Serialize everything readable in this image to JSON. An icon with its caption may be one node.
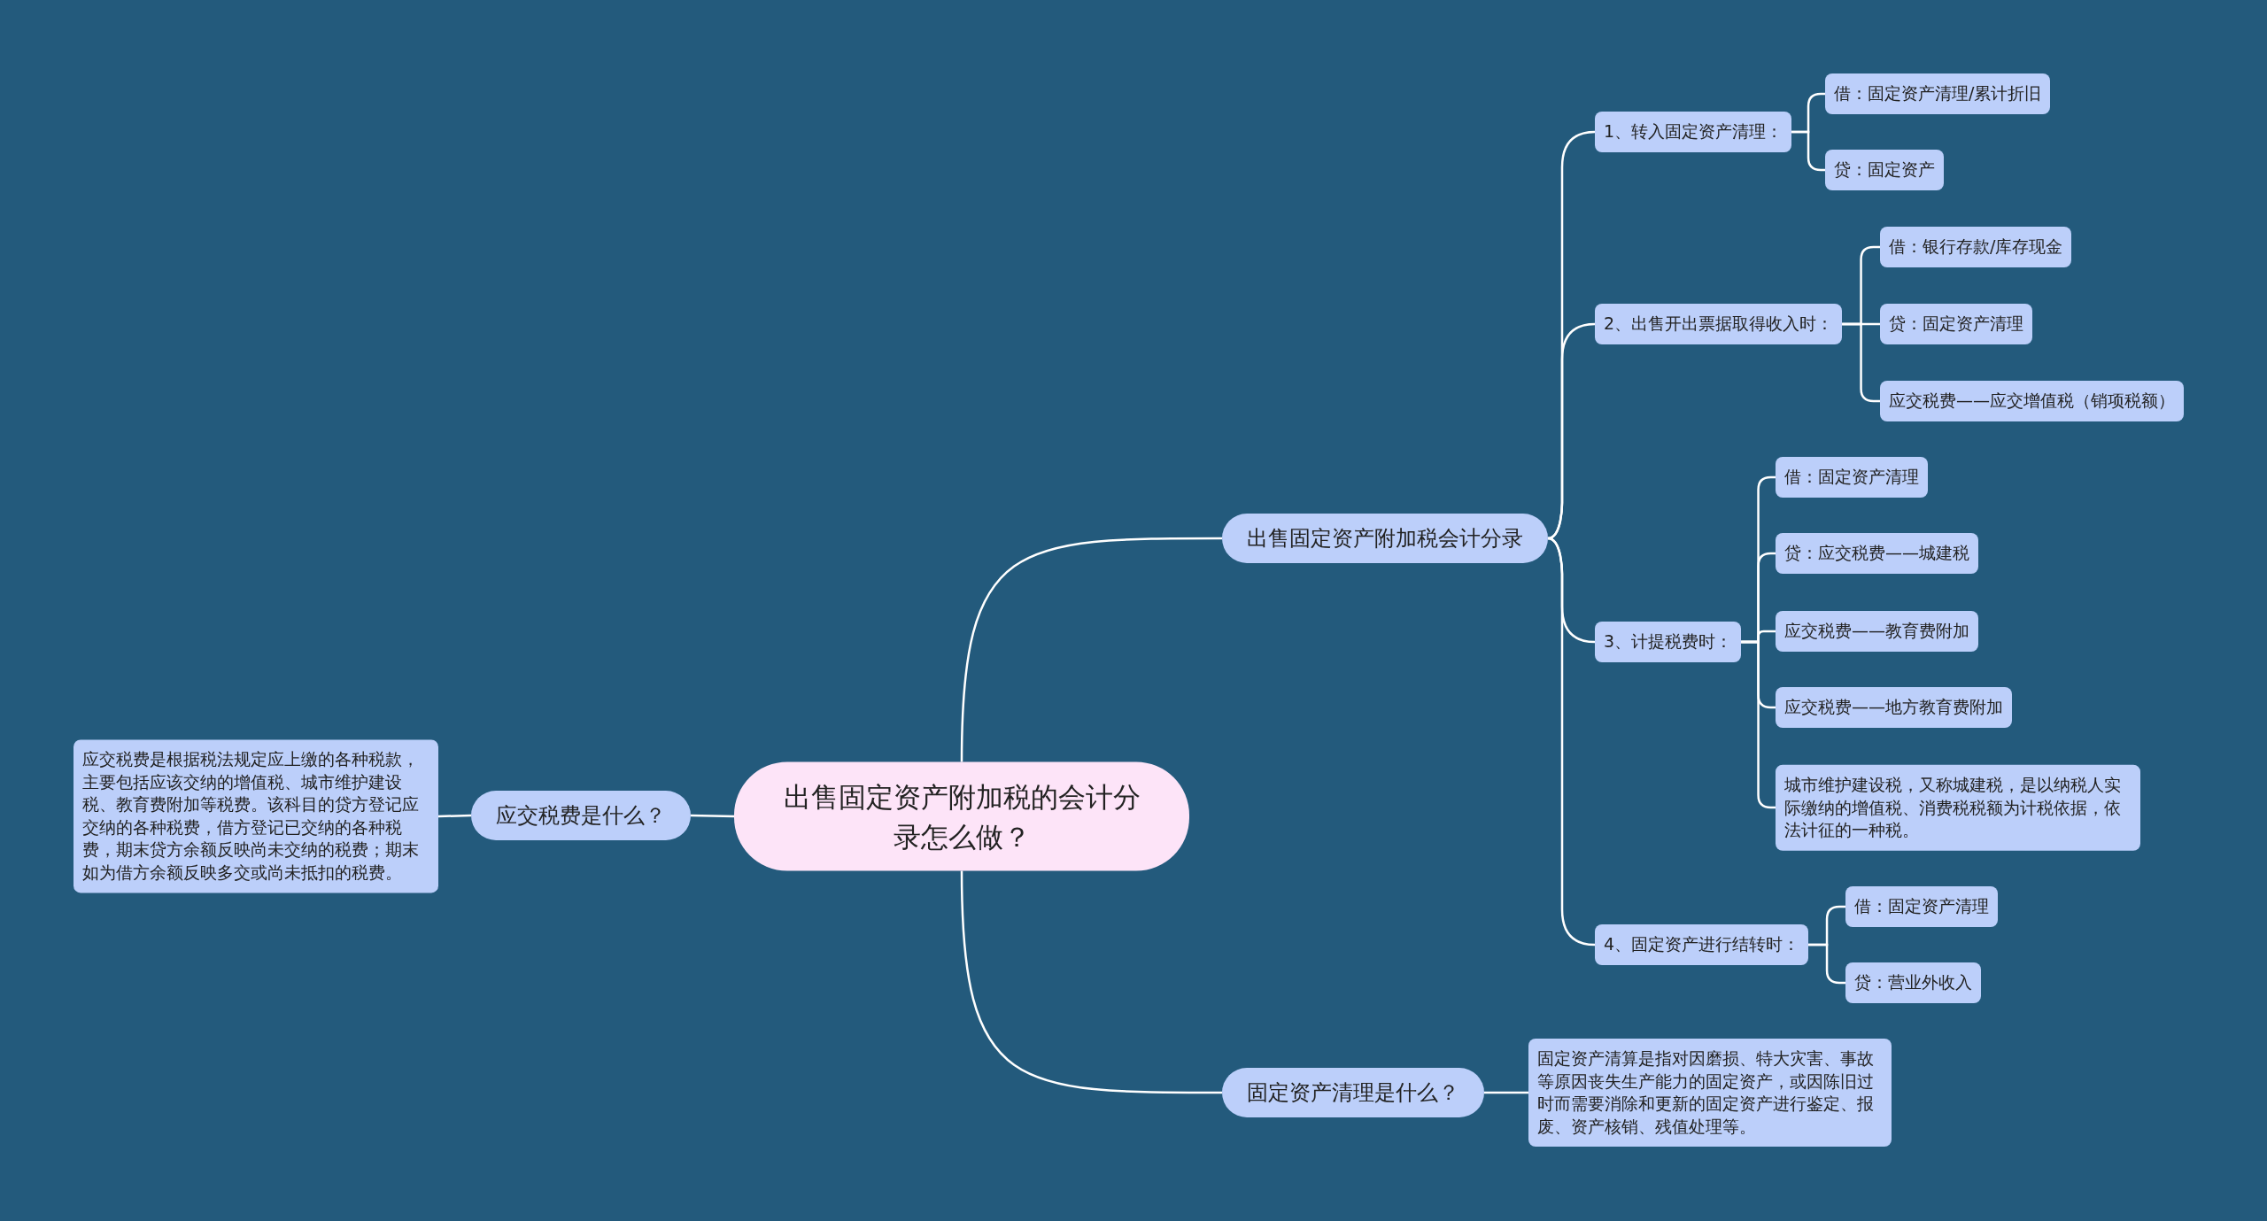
{
  "diagram": {
    "nodes": [
      {
        "text": [
          "出售固定资产附加税的会计分录怎么做？"
        ]
      },
      {
        "text": [
          "出售固定资产附加税会计分录"
        ]
      },
      {
        "text": [
          "1、转入固定资产清理："
        ]
      },
      {
        "text": [
          "借：固定资产清理/累计折旧"
        ]
      },
      {
        "text": [
          "贷：固定资产"
        ]
      },
      {
        "text": [
          "2、出售开出票据取得收入时："
        ]
      },
      {
        "text": [
          "借：银行存款/库存现金"
        ]
      },
      {
        "text": [
          "贷：固定资产清理"
        ]
      },
      {
        "text": [
          "应交税费——应交增值税（销项税额）"
        ]
      },
      {
        "text": [
          "3、计提税费时："
        ]
      },
      {
        "text": [
          "借：固定资产清理"
        ]
      },
      {
        "text": [
          "贷：应交税费——城建税"
        ]
      },
      {
        "text": [
          "应交税费——教育费附加"
        ]
      },
      {
        "text": [
          "应交税费——地方教育费附加"
        ]
      },
      {
        "text": [
          "城市维护建设税，又称城建税，是以纳税人实际缴纳的增值税、消费税税额为计税依据，依法计征的一种税。"
        ]
      },
      {
        "text": [
          "4、固定资产进行结转时："
        ]
      },
      {
        "text": [
          "借：固定资产清理"
        ]
      },
      {
        "text": [
          "贷：营业外收入"
        ]
      },
      {
        "text": [
          "固定资产清理是什么？"
        ]
      },
      {
        "text": [
          "固定资产清算是指对因磨损、特大灾害、事故等原因丧失生产能力的固定资产，或因陈旧过时而需要消除和更新的固定资产进行鉴定、报废、资产核销、残值处理等。"
        ]
      },
      {
        "text": [
          "应交税费是什么？"
        ]
      },
      {
        "text": [
          "应交税费是根据税法规定应上缴的各种税款，主要包括应该交纳的增值税、城市维护建设税、教育费附加等税费。该科目的贷方登记应交纳的各种税费，借方登记已交纳的各种税费，期末贷方余额反映尚未交纳的税费；期末如为借方余额反映多交或尚未抵扣的税费。"
        ]
      }
    ],
    "edges": [
      {
        "from": 0,
        "to": 1,
        "arrow": "none"
      },
      {
        "from": 1,
        "to": 2,
        "arrow": "none"
      },
      {
        "from": 2,
        "to": 3,
        "arrow": "none"
      },
      {
        "from": 2,
        "to": 4,
        "arrow": "none"
      },
      {
        "from": 1,
        "to": 5,
        "arrow": "none"
      },
      {
        "from": 5,
        "to": 6,
        "arrow": "none"
      },
      {
        "from": 5,
        "to": 7,
        "arrow": "none"
      },
      {
        "from": 5,
        "to": 8,
        "arrow": "none"
      },
      {
        "from": 1,
        "to": 9,
        "arrow": "none"
      },
      {
        "from": 9,
        "to": 10,
        "arrow": "none"
      },
      {
        "from": 9,
        "to": 11,
        "arrow": "none"
      },
      {
        "from": 9,
        "to": 12,
        "arrow": "none"
      },
      {
        "from": 9,
        "to": 13,
        "arrow": "none"
      },
      {
        "from": 9,
        "to": 14,
        "arrow": "none"
      },
      {
        "from": 1,
        "to": 15,
        "arrow": "none"
      },
      {
        "from": 15,
        "to": 16,
        "arrow": "none"
      },
      {
        "from": 15,
        "to": 17,
        "arrow": "none"
      },
      {
        "from": 0,
        "to": 18,
        "arrow": "none"
      },
      {
        "from": 18,
        "to": 19,
        "arrow": "none"
      },
      {
        "from": 0,
        "to": 20,
        "arrow": "none"
      },
      {
        "from": 20,
        "to": 21,
        "arrow": "none"
      }
    ]
  }
}
